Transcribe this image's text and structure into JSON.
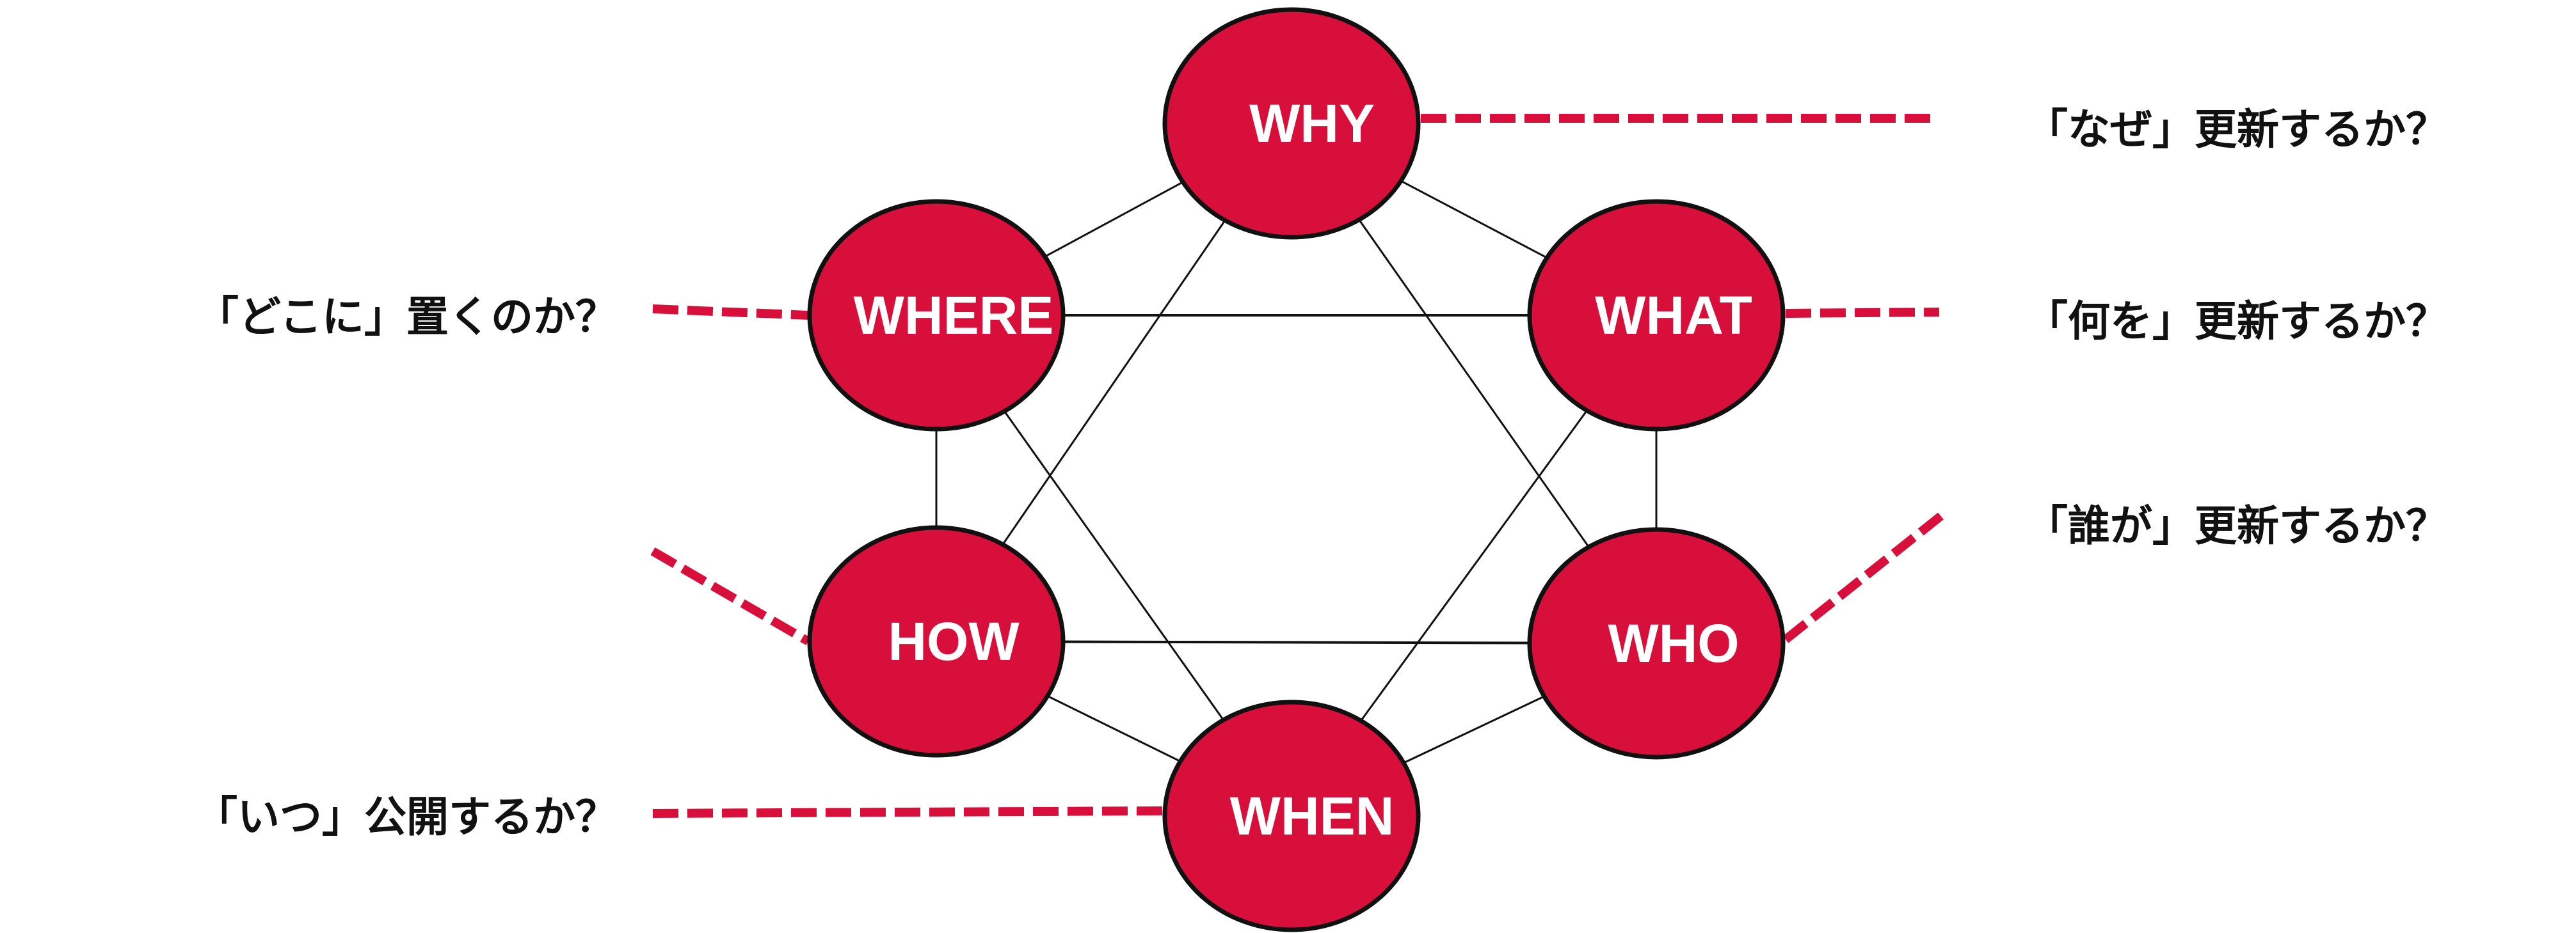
{
  "colors": {
    "node_fill": "#d70f3a",
    "node_stroke": "#111111",
    "dash": "#d70f3a",
    "text": "#111111"
  },
  "nodes": {
    "why": "WHY",
    "what": "WHAT",
    "who": "WHO",
    "when": "WHEN",
    "how": "HOW",
    "where": "WHERE"
  },
  "questions": {
    "why": "「なぜ」更新するか？",
    "what": "「何を」更新するか？",
    "who": "「誰が」更新するか？",
    "where": "「どこに」置くのか？",
    "when": "「いつ」公開するか？"
  }
}
